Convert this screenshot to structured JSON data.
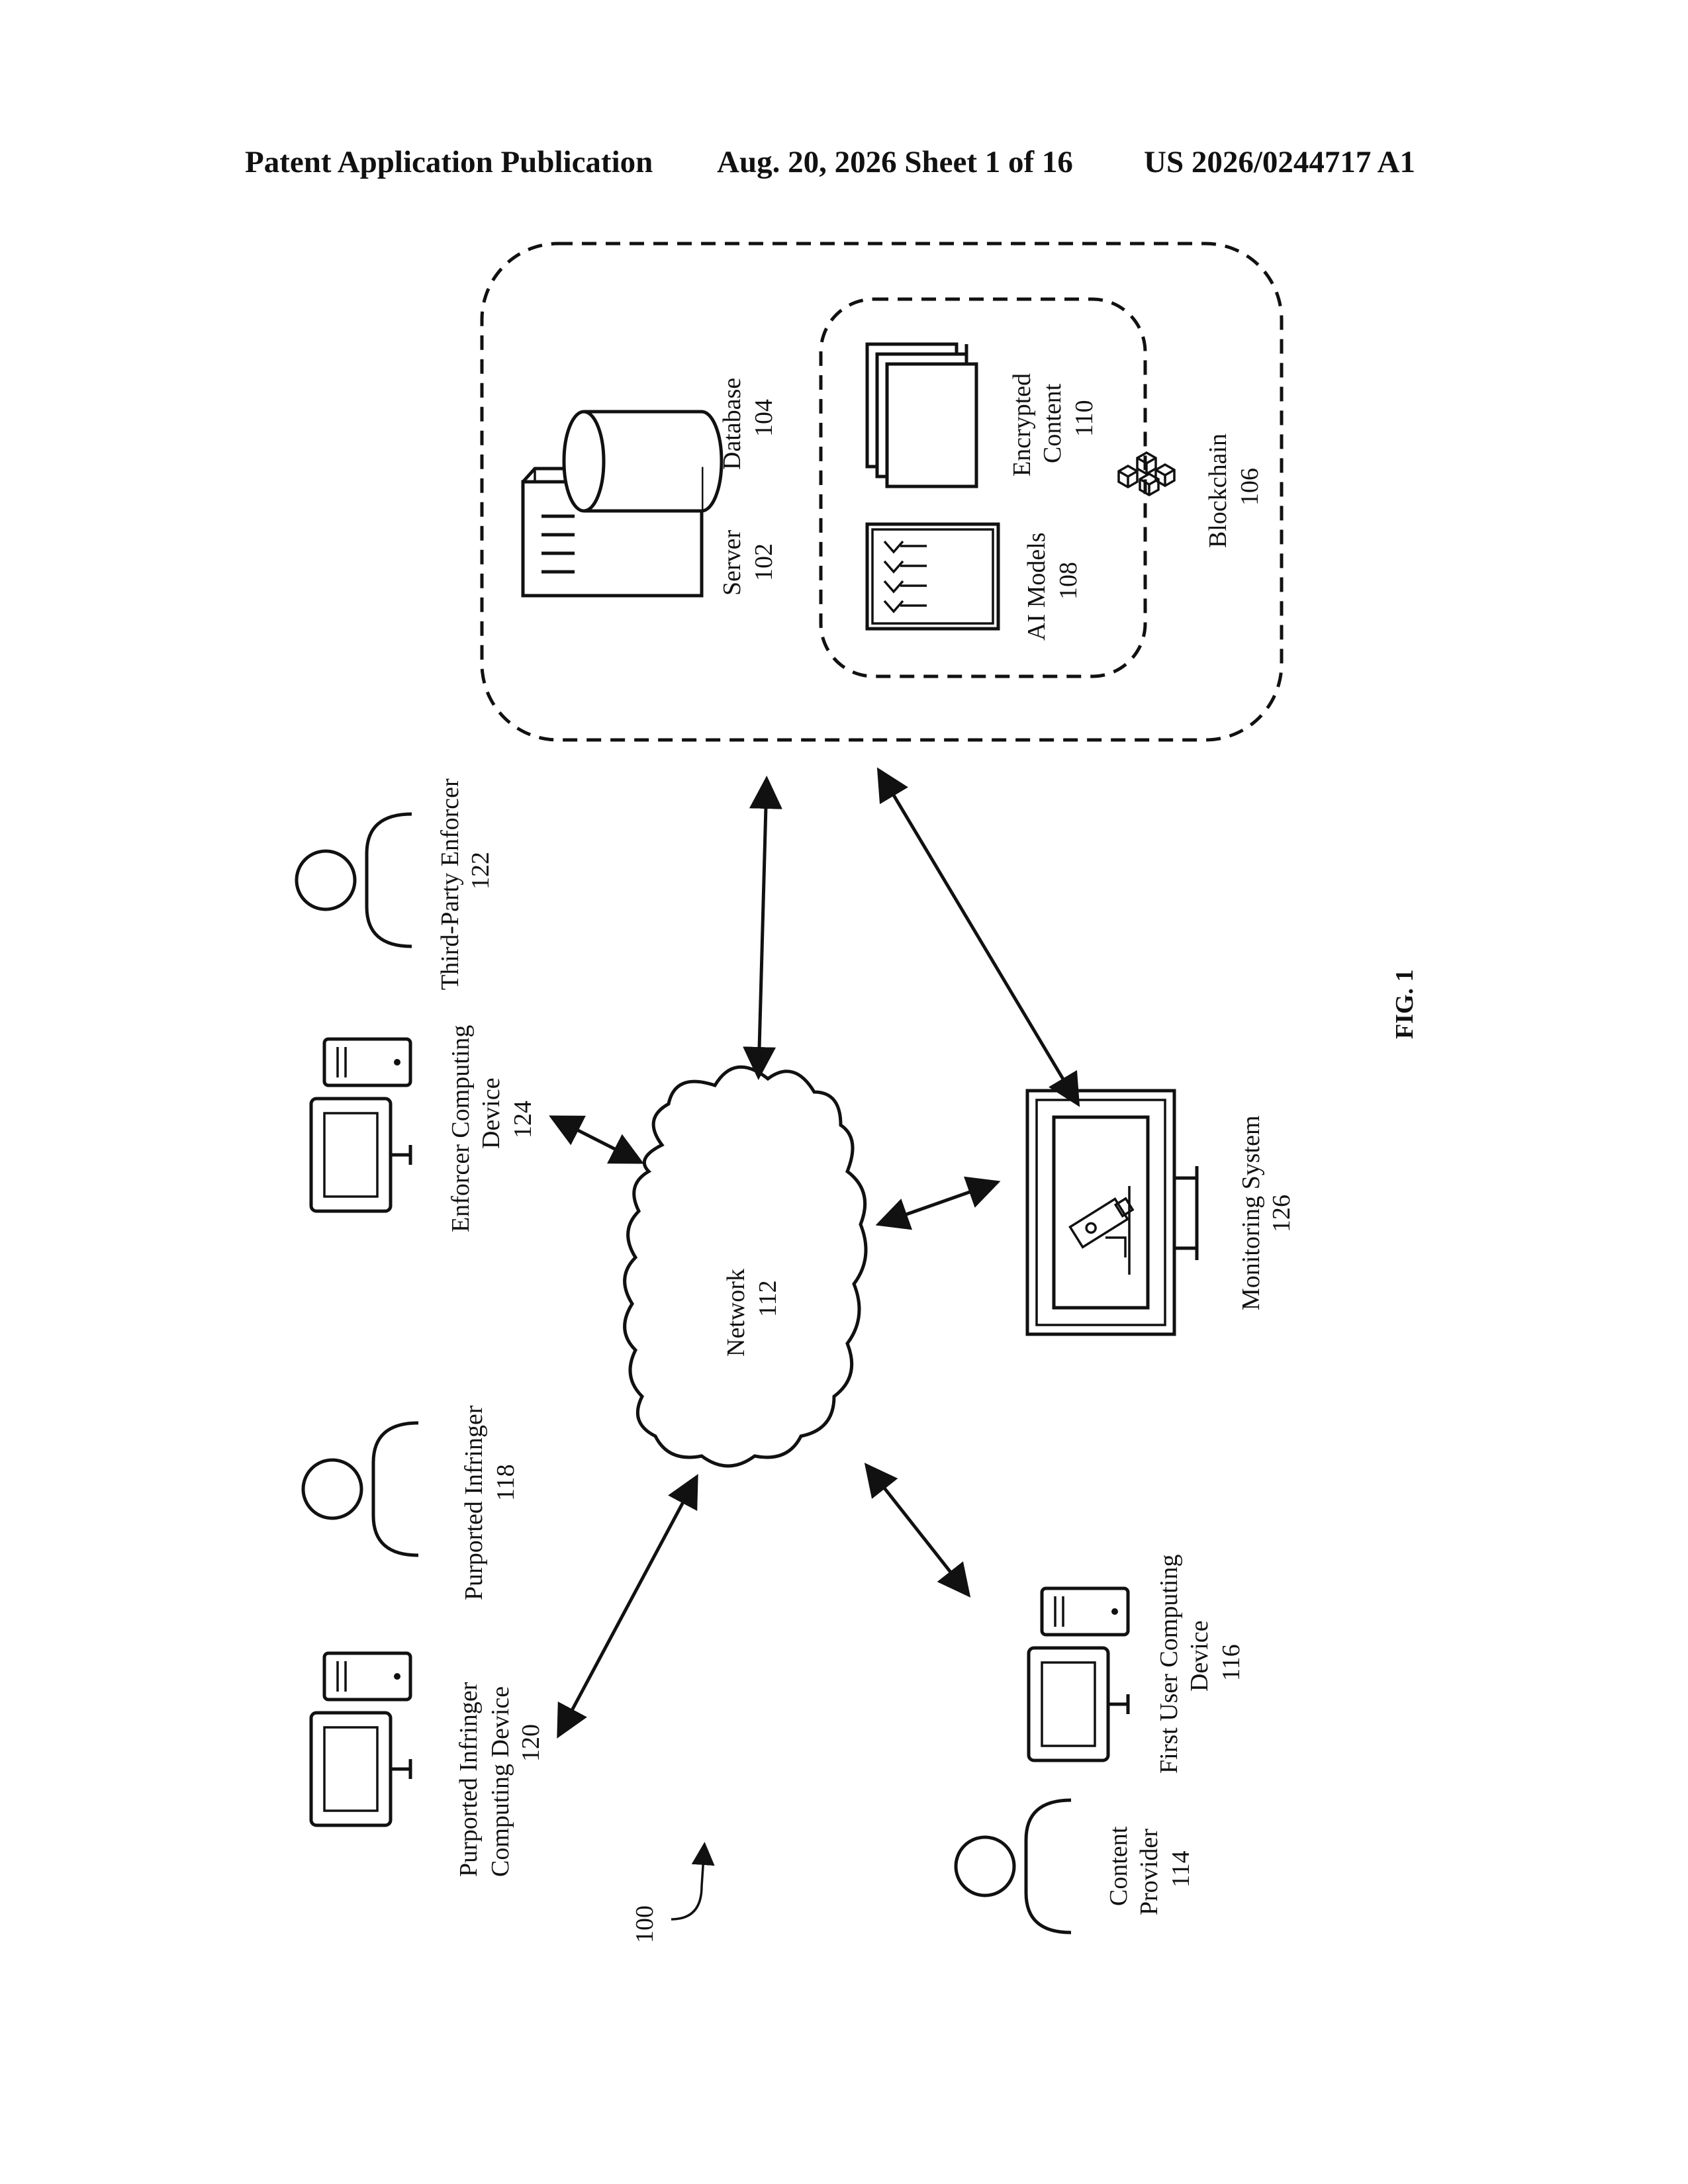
{
  "header": {
    "publication": "Patent Application Publication",
    "date_sheet": "Aug. 20, 2026  Sheet 1 of 16",
    "number": "US 2026/0244717 A1"
  },
  "figure": {
    "label": "FIG. 1",
    "system_ref": "100",
    "nodes": {
      "server": {
        "name": "Server",
        "ref": "102",
        "icon": "server-tower-icon"
      },
      "database": {
        "name": "Database",
        "ref": "104",
        "icon": "database-cylinder-icon"
      },
      "blockchain": {
        "name": "Blockchain",
        "ref": "106",
        "icon": "blockchain-cubes-icon"
      },
      "ai_models": {
        "name": "AI Models",
        "ref": "108",
        "icon": "checklist-document-icon"
      },
      "encrypted": {
        "line1": "Encrypted",
        "line2": "Content",
        "ref": "110",
        "icon": "document-stack-icon"
      },
      "network": {
        "name": "Network",
        "ref": "112",
        "icon": "cloud-icon"
      },
      "content_provider": {
        "line1": "Content",
        "line2": "Provider",
        "ref": "114",
        "icon": "person-icon"
      },
      "first_user_device": {
        "line1": "First User Computing",
        "line2": "Device",
        "ref": "116",
        "icon": "desktop-computer-icon"
      },
      "purported_infringer": {
        "name": "Purported Infringer",
        "ref": "118",
        "icon": "person-icon"
      },
      "infringer_device": {
        "line1": "Purported Infringer",
        "line2": "Computing Device",
        "ref": "120",
        "icon": "desktop-computer-icon"
      },
      "enforcer": {
        "name": "Third-Party Enforcer",
        "ref": "122",
        "icon": "person-icon"
      },
      "enforcer_device": {
        "line1": "Enforcer Computing",
        "line2": "Device",
        "ref": "124",
        "icon": "desktop-computer-icon"
      },
      "monitoring": {
        "name": "Monitoring System",
        "ref": "126",
        "icon": "monitor-camera-icon"
      }
    }
  }
}
